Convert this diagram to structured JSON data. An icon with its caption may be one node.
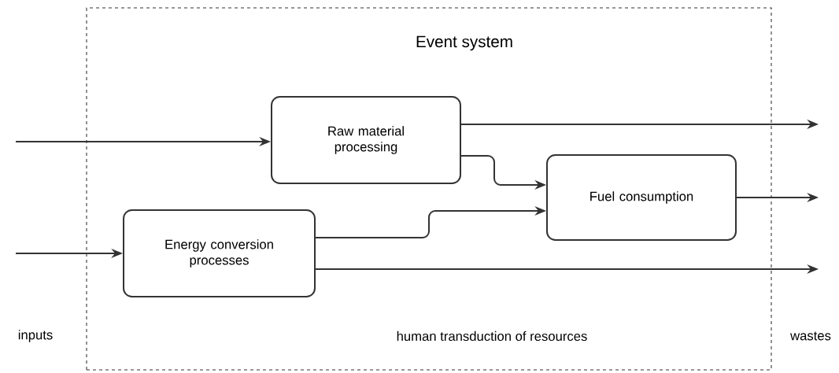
{
  "diagram": {
    "nodes": [
      {
        "text": [
          "Event system",
          "human transduction of resources"
        ]
      },
      {
        "text": [
          "Raw material processing"
        ],
        "in": 0
      },
      {
        "text": [
          "Fuel consumption"
        ],
        "in": 0
      },
      {
        "text": [
          "Energy conversion processes"
        ],
        "in": 0
      }
    ],
    "edges": [
      {
        "from": null,
        "to": 1,
        "arrow": "to"
      },
      {
        "from": null,
        "to": 3,
        "arrow": "to"
      },
      {
        "from": 1,
        "to": null,
        "arrow": "to"
      },
      {
        "from": 1,
        "to": 2,
        "arrow": "to"
      },
      {
        "from": 3,
        "to": 2,
        "arrow": "to"
      },
      {
        "from": 2,
        "to": null,
        "arrow": "to"
      },
      {
        "from": 3,
        "to": null,
        "arrow": "to"
      }
    ],
    "labels": [
      "inputs",
      "wastes"
    ]
  }
}
